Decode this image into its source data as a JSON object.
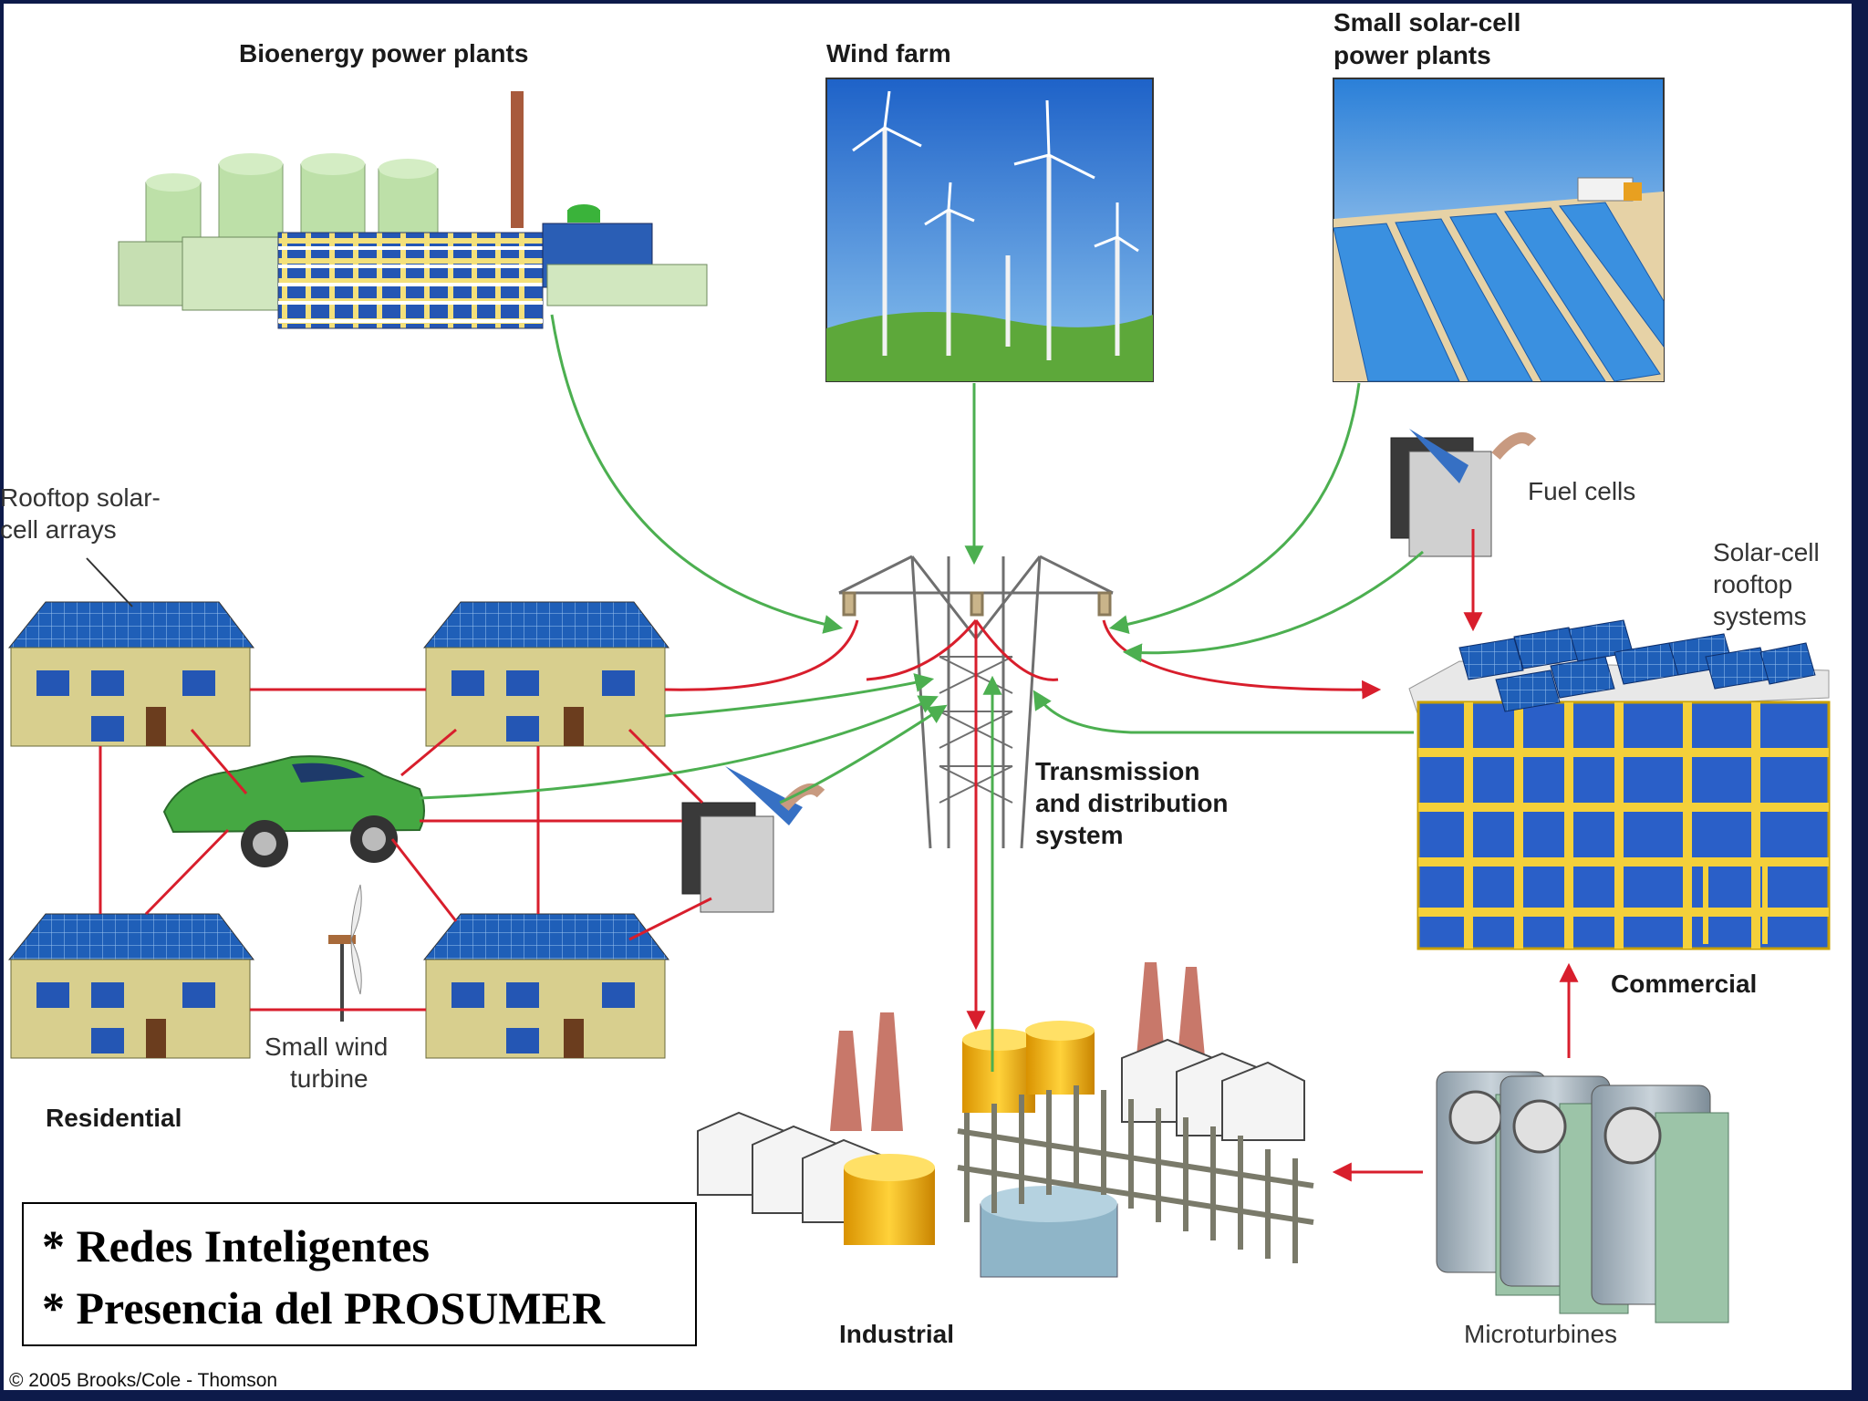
{
  "labels": {
    "bioenergy": "Bioenergy power plants",
    "wind_farm": "Wind farm",
    "solar_plants_line1": "Small solar-cell",
    "solar_plants_line2": "power plants",
    "rooftop_line1": "Rooftop solar-",
    "rooftop_line2": "cell arrays",
    "fuel_cells": "Fuel cells",
    "solar_rooftop_line1": "Solar-cell",
    "solar_rooftop_line2": "rooftop",
    "solar_rooftop_line3": "systems",
    "transmission_line1": "Transmission",
    "transmission_line2": "and distribution",
    "transmission_line3": "system",
    "commercial": "Commercial",
    "small_wind_line1": "Small wind",
    "small_wind_line2": "turbine",
    "residential": "Residential",
    "industrial": "Industrial",
    "microturbines": "Microturbines"
  },
  "note": {
    "line1": "* Redes Inteligentes",
    "line2": "* Presencia del PROSUMER"
  },
  "copyright": "© 2005 Brooks/Cole - Thomson",
  "colors": {
    "frame": "#0d1a4a",
    "supply_arrow": "#4caf50",
    "distribution_arrow": "#d81e2c",
    "solar_panel": "#1f5fb8"
  }
}
